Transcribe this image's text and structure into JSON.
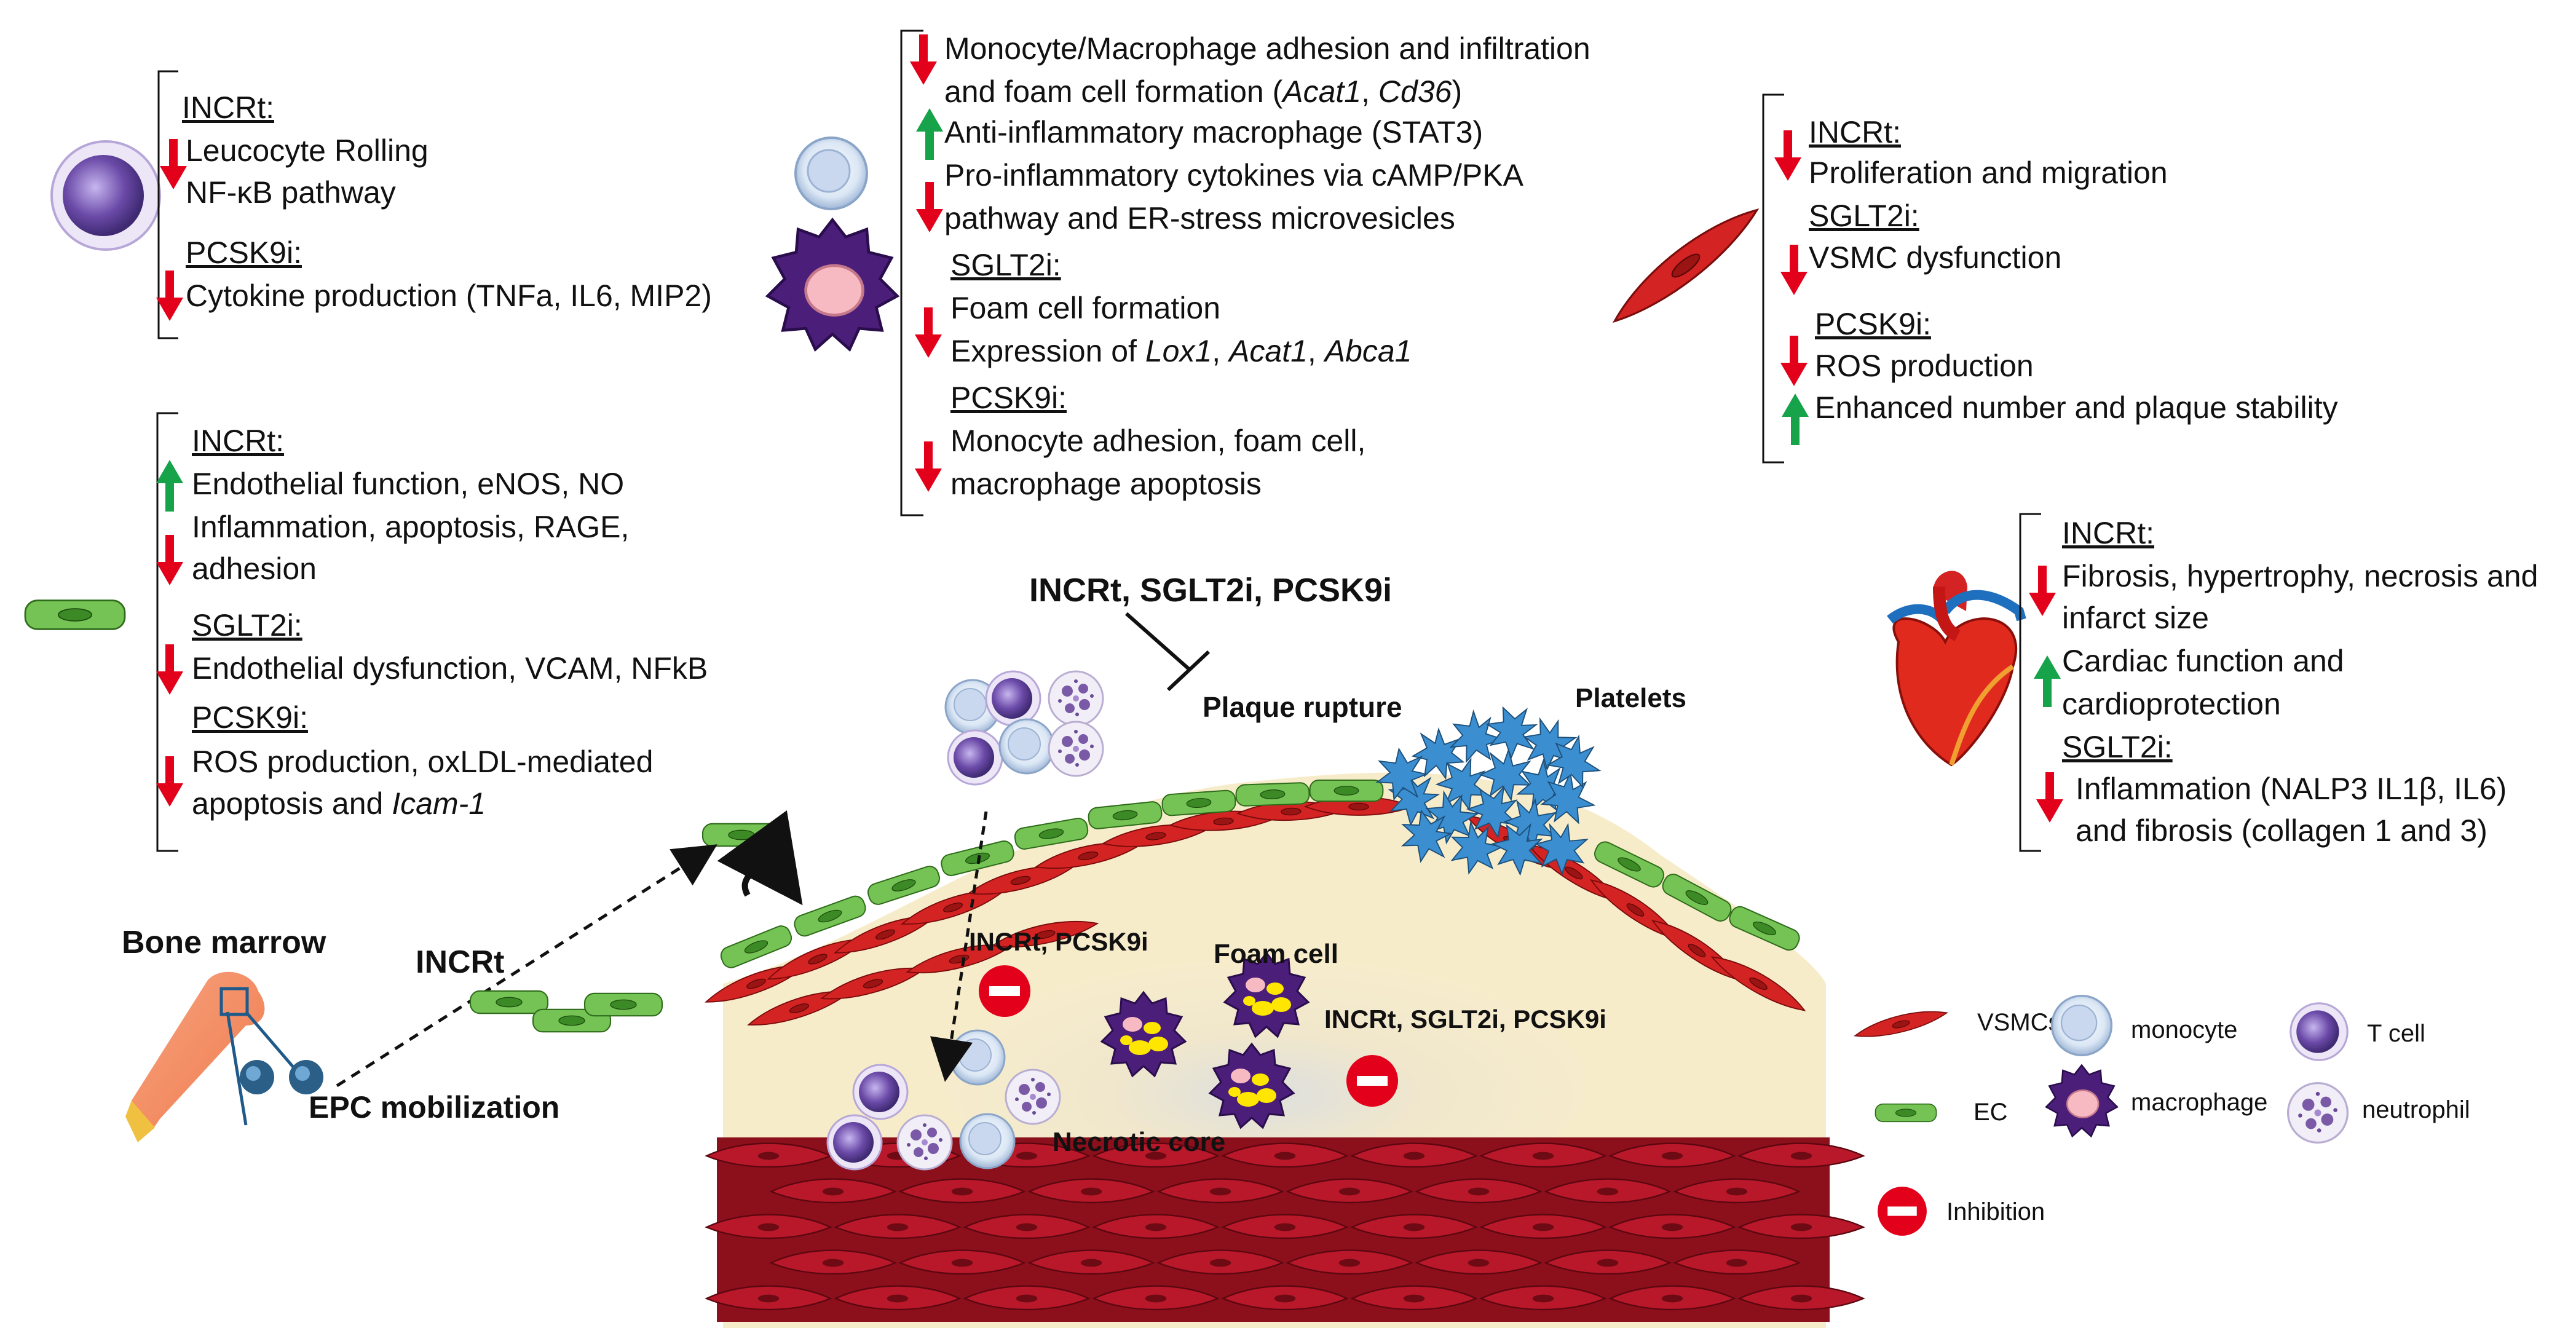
{
  "panels": {
    "leukocyte": {
      "incrt_header": "INCRt:",
      "incrt_line1": "Leucocyte Rolling",
      "incrt_line2": "NF-κB pathway",
      "pcsk9i_header": "PCSK9i:",
      "pcsk9i_line1": "Cytokine production (TNFa, IL6, MIP2)"
    },
    "macrophage": {
      "line1": "Monocyte/Macrophage adhesion and infiltration",
      "line2_pre": "and foam cell formation (",
      "line2_gene1": "Acat1",
      "line2_sep": ", ",
      "line2_gene2": "Cd36",
      "line2_post": ")",
      "line3": "Anti-inflammatory macrophage (STAT3)",
      "line4": "Pro-inflammatory cytokines via cAMP/PKA",
      "line5": "pathway and ER-stress microvesicles",
      "sglt2i_header": "SGLT2i:",
      "sglt2i_line1": "Foam cell formation",
      "sglt2i_line2_pre": "Expression of ",
      "sglt2i_gene1": "Lox1",
      "sglt2i_gene2": "Acat1",
      "sglt2i_gene3": "Abca1",
      "sep": ", ",
      "pcsk9i_header": "PCSK9i:",
      "pcsk9i_line1": "Monocyte adhesion, foam cell,",
      "pcsk9i_line2": "macrophage apoptosis"
    },
    "vsmc": {
      "incrt_header": "INCRt:",
      "incrt_line1": "Proliferation and migration",
      "sglt2i_header": "SGLT2i:",
      "sglt2i_line1": "VSMC dysfunction",
      "pcsk9i_header": "PCSK9i:",
      "pcsk9i_line1": "ROS production",
      "pcsk9i_line2": "Enhanced number and plaque stability"
    },
    "endothelial": {
      "incrt_header": "INCRt:",
      "incrt_line1": "Endothelial function, eNOS, NO",
      "incrt_line2": "Inflammation, apoptosis, RAGE,",
      "incrt_line3": "adhesion",
      "sglt2i_header": "SGLT2i:",
      "sglt2i_line1": "Endothelial dysfunction, VCAM, NFkB",
      "pcsk9i_header": "PCSK9i:",
      "pcsk9i_line1": "ROS production, oxLDL-mediated",
      "pcsk9i_line2_pre": "apoptosis and ",
      "pcsk9i_gene": "Icam-1"
    },
    "heart": {
      "incrt_header": "INCRt:",
      "incrt_line1": "Fibrosis, hypertrophy, necrosis and",
      "incrt_line2": "infarct size",
      "incrt_line3": "Cardiac function and",
      "incrt_line4": "cardioprotection",
      "sglt2i_header": "SGLT2i:",
      "sglt2i_line1": "Inflammation (NALP3 IL1β, IL6)",
      "sglt2i_line2": "and fibrosis (collagen 1 and 3)"
    }
  },
  "central": {
    "treatments": "INCRt, SGLT2i, PCSK9i",
    "plaque_rupture": "Plaque rupture",
    "platelets": "Platelets",
    "bone_marrow": "Bone marrow",
    "incrt": "INCRt",
    "epc_mobilization": "EPC mobilization",
    "incrt_pcsk9i": "INCRt, PCSK9i",
    "foam_cell": "Foam cell",
    "incrt_sglt2i_pcsk9i": "INCRt, SGLT2i, PCSK9i",
    "necrotic_core": "Necrotic core"
  },
  "legend": {
    "vsmcs": "VSMCs",
    "monocyte": "monocyte",
    "t_cell": "T cell",
    "ec": "EC",
    "macrophage": "macrophage",
    "neutrophil": "neutrophil",
    "inhibition": "Inhibition"
  },
  "colors": {
    "down_arrow": "#e3001b",
    "up_arrow": "#16a34a",
    "vsmc": "#d11f1f",
    "endothelial": "#6fbf4a",
    "platelet": "#3b8fd1",
    "lumen": "#f6ebc8",
    "inhibition": "#e3001b"
  }
}
